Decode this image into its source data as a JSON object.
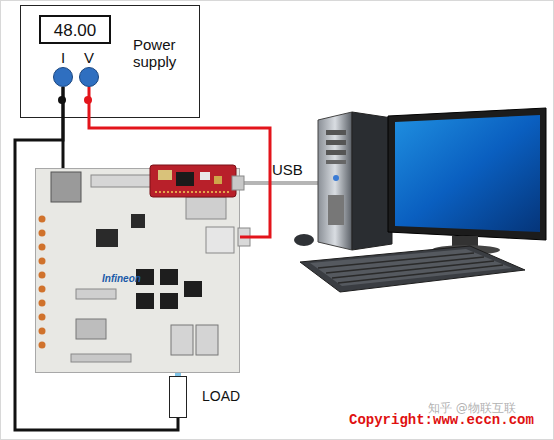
{
  "diagram": {
    "nodes": [
      {
        "text": [
          "Power supply"
        ]
      },
      {
        "text": [
          "48.00"
        ],
        "in": 0
      },
      {
        "text": [
          "I"
        ],
        "in": 0
      },
      {
        "text": [
          "V"
        ],
        "in": 0
      },
      {
        "text": [
          "Infineon"
        ]
      },
      {
        "text": [
          "LOAD"
        ]
      }
    ],
    "edges": [
      {
        "from": 2,
        "to": 4,
        "arrow": "none"
      },
      {
        "from": 2,
        "to": 5,
        "arrow": "none"
      },
      {
        "from": 3,
        "to": 4,
        "arrow": "none"
      },
      {
        "from": 4,
        "to": 5,
        "arrow": "none"
      }
    ],
    "labels": [
      "USB",
      "Copyright:www.eccn.com",
      "知乎 @物联互联"
    ]
  }
}
